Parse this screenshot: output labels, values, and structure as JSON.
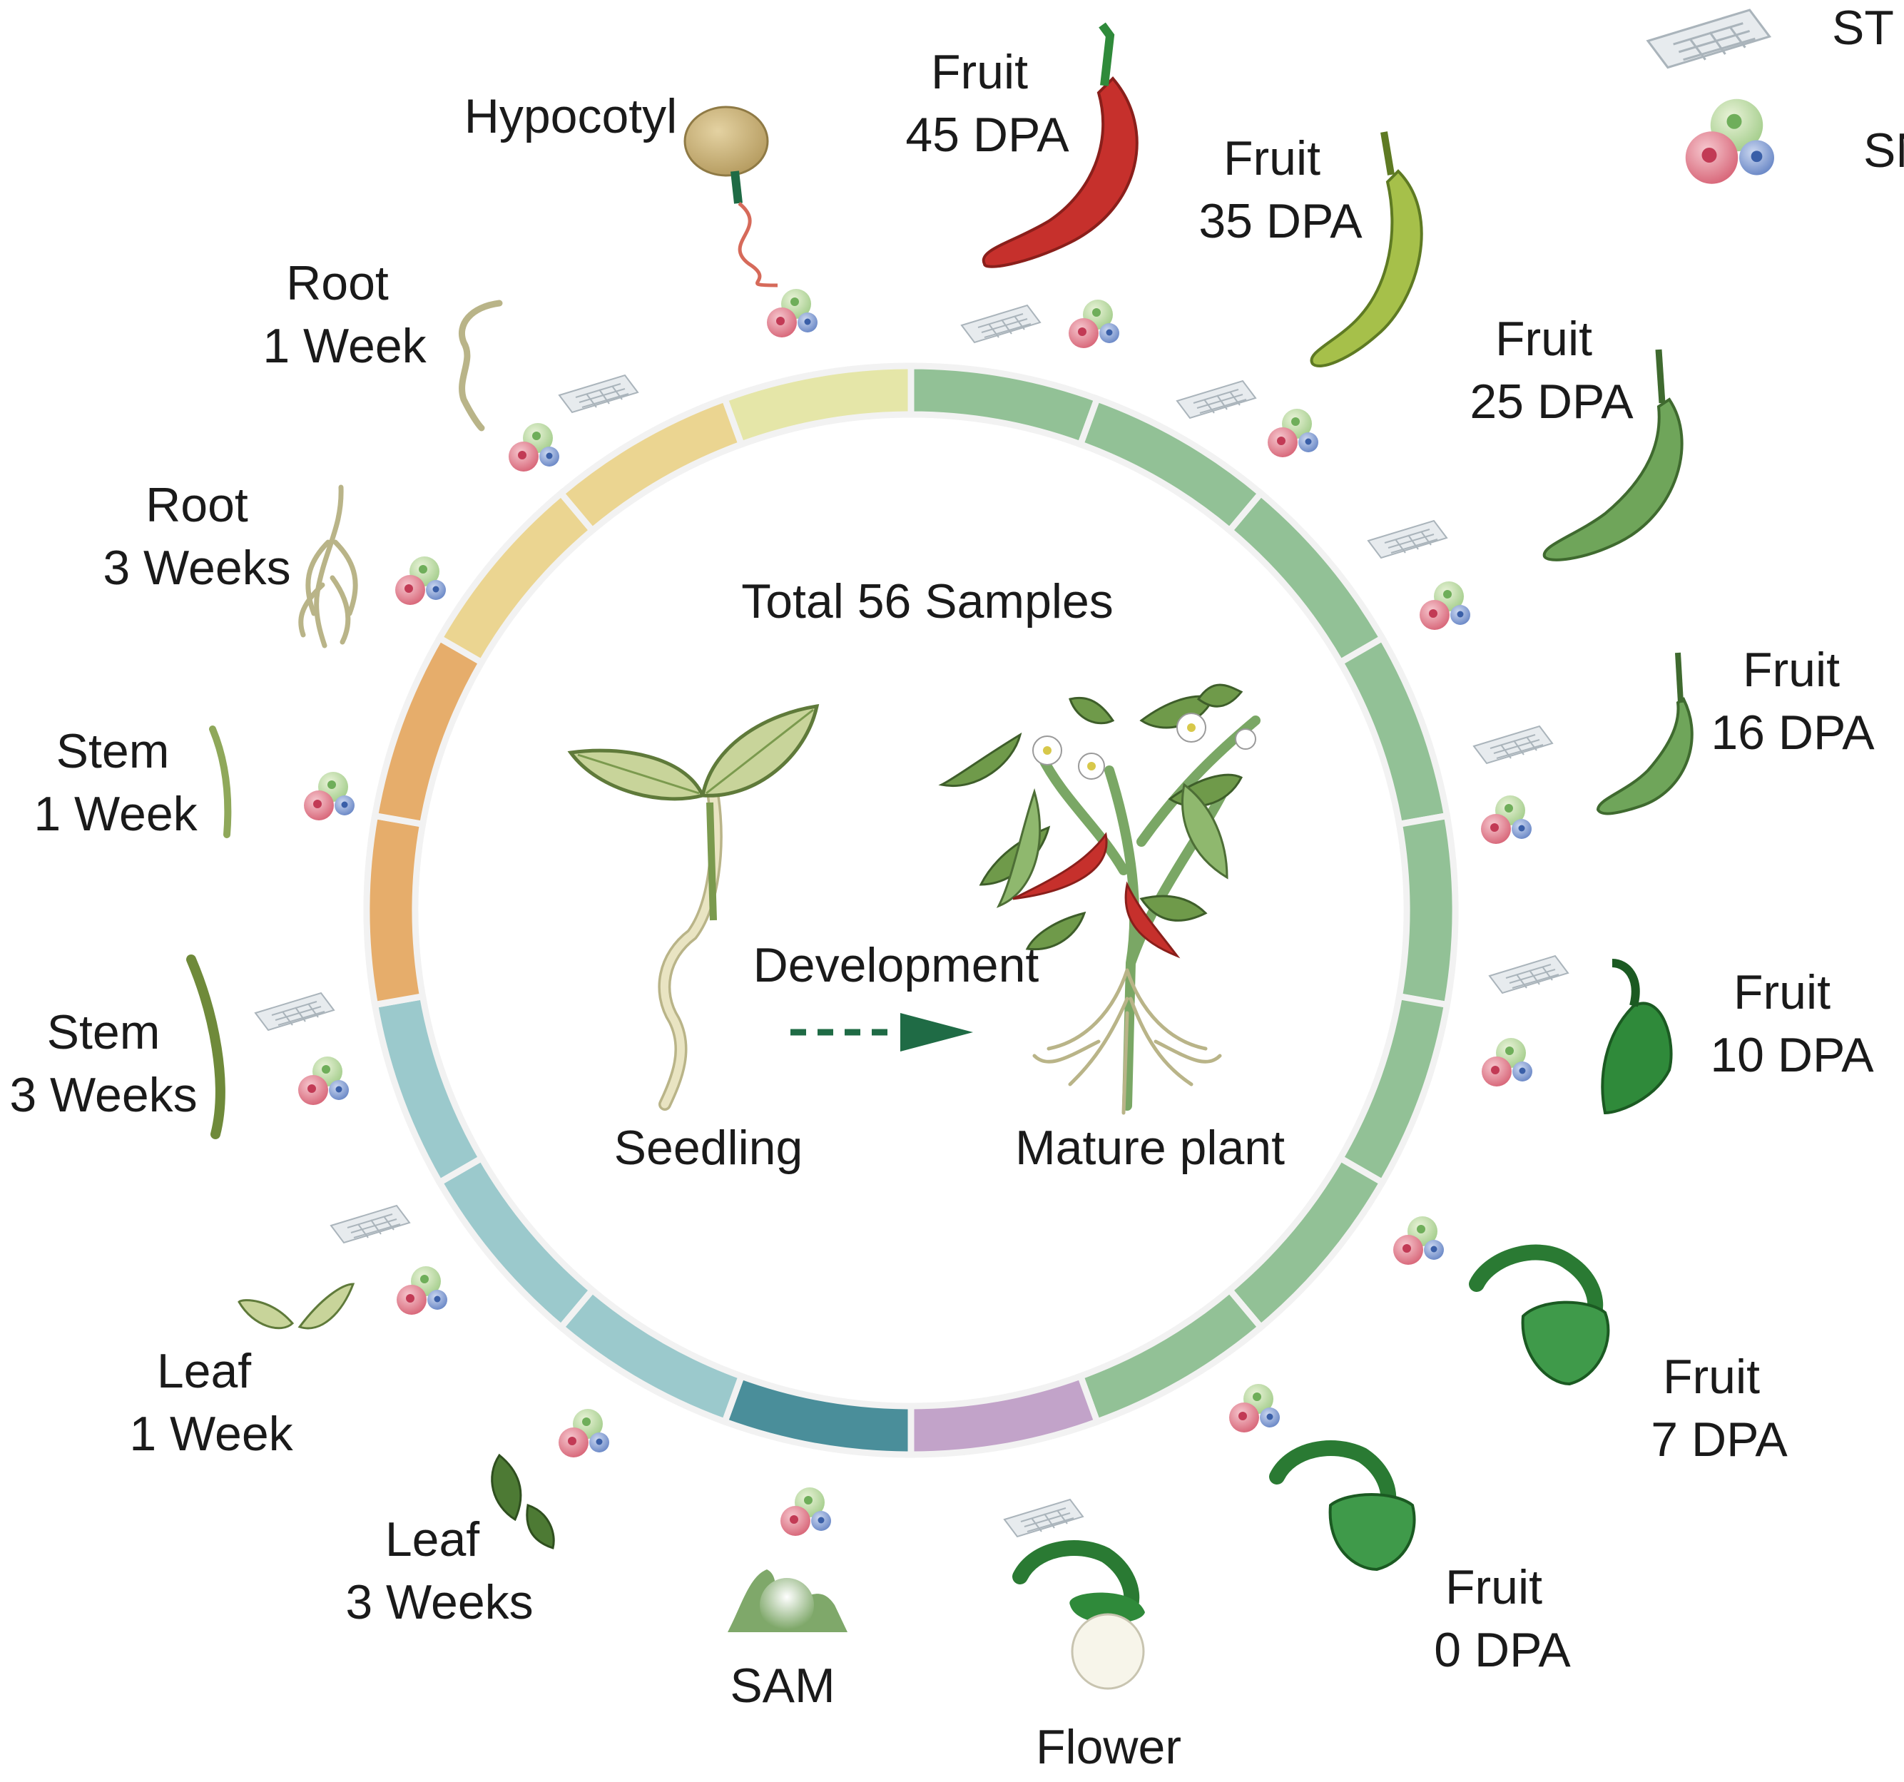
{
  "legend": [
    {
      "code": "ST",
      "icon": "slide-chip-icon"
    },
    {
      "code": "SN",
      "icon": "nuclei-cluster-icon"
    }
  ],
  "center": {
    "title": "Total 56 Samples",
    "arrow_label": "Development",
    "left_label": "Seedling",
    "right_label": "Mature plant"
  },
  "samples": {
    "hypocotyl": [
      "Hypocotyl"
    ],
    "fruit45": [
      "Fruit",
      "45 DPA"
    ],
    "fruit35": [
      "Fruit",
      "35 DPA"
    ],
    "fruit25": [
      "Fruit",
      "25 DPA"
    ],
    "fruit16": [
      "Fruit",
      "16 DPA"
    ],
    "fruit10": [
      "Fruit",
      "10 DPA"
    ],
    "fruit7": [
      "Fruit",
      "7 DPA"
    ],
    "fruit0": [
      "Fruit",
      "0 DPA"
    ],
    "flower": [
      "Flower"
    ],
    "sam": [
      "SAM"
    ],
    "leaf3": [
      "Leaf",
      "3 Weeks"
    ],
    "leaf1": [
      "Leaf",
      "1 Week"
    ],
    "stem3": [
      "Stem",
      "3 Weeks"
    ],
    "stem1": [
      "Stem",
      "1 Week"
    ],
    "root3": [
      "Root",
      "3 Weeks"
    ],
    "root1": [
      "Root",
      "1 Week"
    ]
  },
  "ring_segments": [
    {
      "group": "fruit",
      "color": "#92c196"
    },
    {
      "group": "fruit",
      "color": "#92c196"
    },
    {
      "group": "fruit",
      "color": "#92c196"
    },
    {
      "group": "fruit",
      "color": "#92c196"
    },
    {
      "group": "fruit",
      "color": "#92c196"
    },
    {
      "group": "fruit",
      "color": "#92c196"
    },
    {
      "group": "fruit",
      "color": "#92c196"
    },
    {
      "group": "fruit",
      "color": "#92c196"
    },
    {
      "group": "flower",
      "color": "#c2a3c9"
    },
    {
      "group": "sam",
      "color": "#4a8e9a"
    },
    {
      "group": "leaf",
      "color": "#9bc9cc"
    },
    {
      "group": "leaf",
      "color": "#9bc9cc"
    },
    {
      "group": "leaf",
      "color": "#9bc9cc"
    },
    {
      "group": "stem",
      "color": "#e6ad6b"
    },
    {
      "group": "stem",
      "color": "#e6ad6b"
    },
    {
      "group": "root",
      "color": "#ebd591"
    },
    {
      "group": "root",
      "color": "#ebd591"
    },
    {
      "group": "hypocotyl",
      "color": "#e5e6a8"
    }
  ],
  "colors": {
    "arrow": "#1f6b45",
    "pepper_red": "#c6302c",
    "pepper_yellow_green": "#a6c04a",
    "pepper_green": "#6fa55a",
    "pepper_dark_green": "#2f8a3a"
  }
}
